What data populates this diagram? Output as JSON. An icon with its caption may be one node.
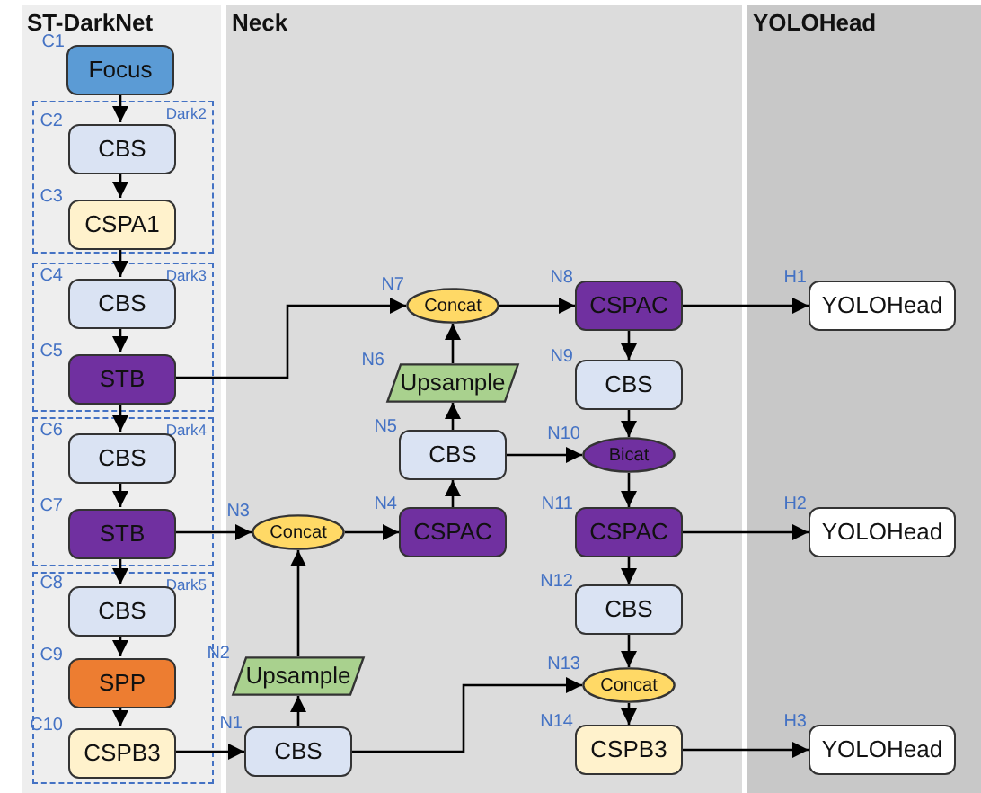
{
  "diagram": {
    "nodes": [
      {
        "text": [
          "ST-DarkNet"
        ]
      },
      {
        "text": [
          "Neck"
        ]
      },
      {
        "text": [
          "YOLOHead"
        ]
      },
      {
        "text": [
          "Dark2"
        ],
        "in": 0
      },
      {
        "text": [
          "Dark3"
        ],
        "in": 0
      },
      {
        "text": [
          "Dark4"
        ],
        "in": 0
      },
      {
        "text": [
          "Dark5"
        ],
        "in": 0
      },
      {
        "text": [
          "Focus"
        ],
        "in": 0,
        "beside": [
          "C1"
        ]
      },
      {
        "text": [
          "CBS"
        ],
        "in": 3,
        "beside": [
          "C2"
        ]
      },
      {
        "text": [
          "CSPA1"
        ],
        "in": 3,
        "beside": [
          "C3"
        ]
      },
      {
        "text": [
          "CBS"
        ],
        "in": 4,
        "beside": [
          "C4"
        ]
      },
      {
        "text": [
          "STB"
        ],
        "in": 4,
        "beside": [
          "C5"
        ]
      },
      {
        "text": [
          "CBS"
        ],
        "in": 5,
        "beside": [
          "C6"
        ]
      },
      {
        "text": [
          "STB"
        ],
        "in": 5,
        "beside": [
          "C7"
        ]
      },
      {
        "text": [
          "CBS"
        ],
        "in": 6,
        "beside": [
          "C8"
        ]
      },
      {
        "text": [
          "SPP"
        ],
        "in": 6,
        "beside": [
          "C9"
        ]
      },
      {
        "text": [
          "CSPB3"
        ],
        "in": 6,
        "beside": [
          "C10"
        ]
      },
      {
        "text": [
          "CBS"
        ],
        "in": 1,
        "beside": [
          "N1"
        ]
      },
      {
        "text": [
          "Upsample"
        ],
        "in": 1,
        "beside": [
          "N2"
        ]
      },
      {
        "text": [
          "Concat"
        ],
        "in": 1,
        "beside": [
          "N3"
        ]
      },
      {
        "text": [
          "CSPAC"
        ],
        "in": 1,
        "beside": [
          "N4"
        ]
      },
      {
        "text": [
          "CBS"
        ],
        "in": 1,
        "beside": [
          "N5"
        ]
      },
      {
        "text": [
          "Upsample"
        ],
        "in": 1,
        "beside": [
          "N6"
        ]
      },
      {
        "text": [
          "Concat"
        ],
        "in": 1,
        "beside": [
          "N7"
        ]
      },
      {
        "text": [
          "CSPAC"
        ],
        "in": 1,
        "beside": [
          "N8"
        ]
      },
      {
        "text": [
          "CBS"
        ],
        "in": 1,
        "beside": [
          "N9"
        ]
      },
      {
        "text": [
          "Bicat"
        ],
        "in": 1,
        "beside": [
          "N10"
        ]
      },
      {
        "text": [
          "CSPAC"
        ],
        "in": 1,
        "beside": [
          "N11"
        ]
      },
      {
        "text": [
          "CBS"
        ],
        "in": 1,
        "beside": [
          "N12"
        ]
      },
      {
        "text": [
          "Concat"
        ],
        "in": 1,
        "beside": [
          "N13"
        ]
      },
      {
        "text": [
          "CSPB3"
        ],
        "in": 1,
        "beside": [
          "N14"
        ]
      },
      {
        "text": [
          "YOLOHead"
        ],
        "in": 2,
        "beside": [
          "H1"
        ]
      },
      {
        "text": [
          "YOLOHead"
        ],
        "in": 2,
        "beside": [
          "H2"
        ]
      },
      {
        "text": [
          "YOLOHead"
        ],
        "in": 2,
        "beside": [
          "H3"
        ]
      }
    ],
    "edges": [
      {
        "from": 7,
        "to": 8,
        "arrow": "to"
      },
      {
        "from": 8,
        "to": 9,
        "arrow": "to"
      },
      {
        "from": 9,
        "to": 10,
        "arrow": "to"
      },
      {
        "from": 10,
        "to": 11,
        "arrow": "to"
      },
      {
        "from": 11,
        "to": 12,
        "arrow": "to"
      },
      {
        "from": 12,
        "to": 13,
        "arrow": "to"
      },
      {
        "from": 13,
        "to": 14,
        "arrow": "to"
      },
      {
        "from": 14,
        "to": 15,
        "arrow": "to"
      },
      {
        "from": 15,
        "to": 16,
        "arrow": "to"
      },
      {
        "from": 16,
        "to": 17,
        "arrow": "to"
      },
      {
        "from": 17,
        "to": 18,
        "arrow": "to"
      },
      {
        "from": 18,
        "to": 19,
        "arrow": "to"
      },
      {
        "from": 13,
        "to": 19,
        "arrow": "to"
      },
      {
        "from": 19,
        "to": 20,
        "arrow": "to"
      },
      {
        "from": 20,
        "to": 21,
        "arrow": "to"
      },
      {
        "from": 21,
        "to": 22,
        "arrow": "to"
      },
      {
        "from": 22,
        "to": 23,
        "arrow": "to"
      },
      {
        "from": 11,
        "to": 23,
        "arrow": "to"
      },
      {
        "from": 23,
        "to": 24,
        "arrow": "to"
      },
      {
        "from": 24,
        "to": 25,
        "arrow": "to"
      },
      {
        "from": 25,
        "to": 26,
        "arrow": "to"
      },
      {
        "from": 21,
        "to": 26,
        "arrow": "to"
      },
      {
        "from": 26,
        "to": 27,
        "arrow": "to"
      },
      {
        "from": 27,
        "to": 28,
        "arrow": "to"
      },
      {
        "from": 28,
        "to": 29,
        "arrow": "to"
      },
      {
        "from": 17,
        "to": 29,
        "arrow": "to"
      },
      {
        "from": 29,
        "to": 30,
        "arrow": "to"
      },
      {
        "from": 24,
        "to": 31,
        "arrow": "to"
      },
      {
        "from": 27,
        "to": 32,
        "arrow": "to"
      },
      {
        "from": 30,
        "to": 33,
        "arrow": "to"
      }
    ]
  }
}
